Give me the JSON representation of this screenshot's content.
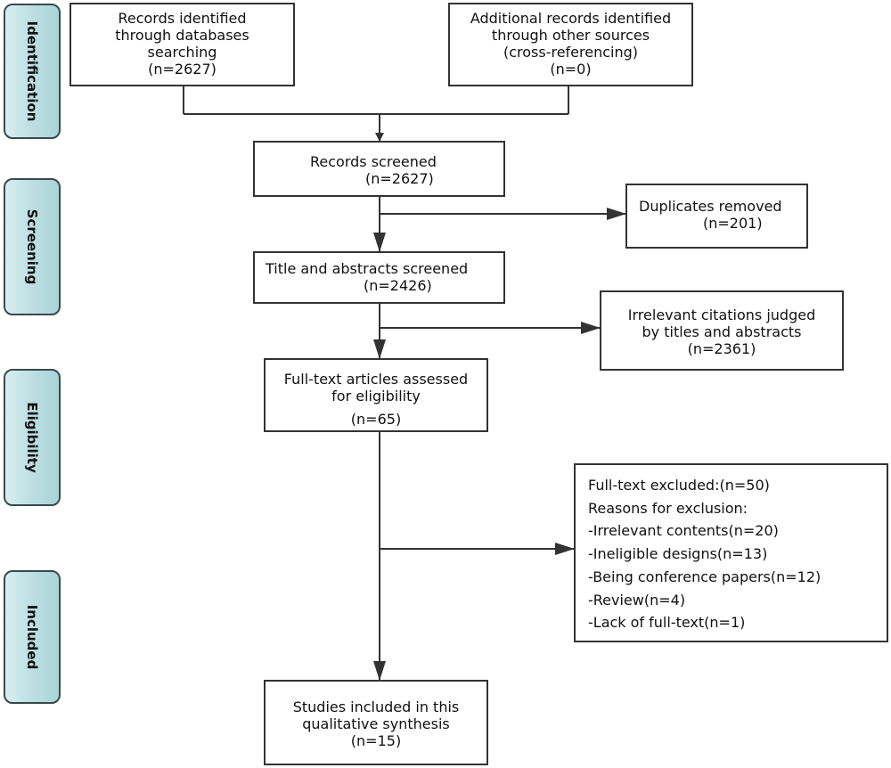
{
  "phases": {
    "identification": "Identification",
    "screening": "Screening",
    "eligibility": "Eligibility",
    "included": "Included"
  },
  "boxes": {
    "db_search": [
      "Records identified",
      "through databases",
      "searching",
      "(n=2627)"
    ],
    "other_sources": [
      "Additional records identified",
      "through other sources",
      "(cross-referencing)",
      "(n=0)"
    ],
    "records_screened": [
      "Records screened",
      "(n=2627)"
    ],
    "duplicates": [
      "Duplicates removed",
      "(n=201)"
    ],
    "title_abstract": [
      "Title and abstracts screened",
      "(n=2426)"
    ],
    "irrelevant": [
      "Irrelevant citations judged",
      "by titles and abstracts",
      "(n=2361)"
    ],
    "fulltext": [
      "Full-text articles assessed",
      "for eligibility",
      "(n=65)"
    ],
    "excluded": [
      "Full-text excluded:(n=50)",
      "Reasons for exclusion:",
      "-Irrelevant contents(n=20)",
      "-Ineligible designs(n=13)",
      "-Being conference papers(n=12)",
      "-Review(n=4)",
      "-Lack of full-text(n=1)"
    ],
    "included": [
      "Studies included in this",
      "qualitative synthesis",
      "(n=15)"
    ]
  },
  "colors": {
    "phase_fill": "#bfe0e4",
    "border": "#333333"
  }
}
